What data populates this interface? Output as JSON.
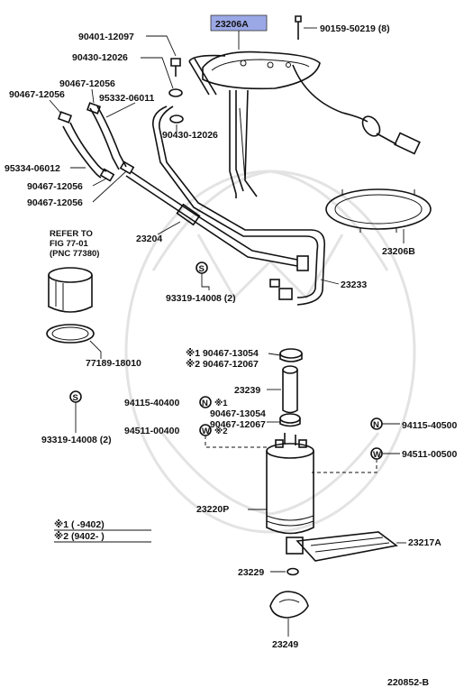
{
  "diagram": {
    "highlight_color": "#9ba8e6",
    "labels": {
      "p23206A": "23206A",
      "p90159_50219": "90159-50219 (8)",
      "p90401_12097": "90401-12097",
      "p90430_12026_top": "90430-12026",
      "p90467_12056_a": "90467-12056",
      "p90467_12056_b": "90467-12056",
      "p95332_06011": "95332-06011",
      "p90430_12026_mid": "90430-12026",
      "p95334_06012": "95334-06012",
      "p90467_12056_c": "90467-12056",
      "p90467_12056_d": "90467-12056",
      "refer_line1": "REFER TO",
      "refer_line2": "FIG 77-01",
      "refer_line3": "(PNC 77380)",
      "p23204": "23204",
      "p23206B": "23206B",
      "p93319_14008_a": "93319-14008 (2)",
      "p23233": "23233",
      "p77189_18010": "77189-18010",
      "p90467_13054_a": "※1 90467-13054",
      "p90467_12067_a": "※2 90467-12067",
      "p23239": "23239",
      "p94115_40400": "94115-40400",
      "p94115_40400_note": "※1",
      "p90467_13054_b": "90467-13054",
      "p90467_12067_b": "90467-12067",
      "p94511_00400": "94511-00400",
      "p94511_00400_note": "※2",
      "p94115_40500": "94115-40500",
      "p94511_00500": "94511-00500",
      "p93319_14008_b": "93319-14008 (2)",
      "p23220P": "23220P",
      "p23217A": "23217A",
      "p23229": "23229",
      "p23249": "23249",
      "note1": "※1 (     -9402)",
      "note2": "※2 (9402-      )",
      "figure_id": "220852-B"
    },
    "symbols": {
      "s_a": "S",
      "s_b": "S",
      "n_a": "N",
      "w_a": "W",
      "n_b": "N",
      "w_b": "W"
    }
  }
}
